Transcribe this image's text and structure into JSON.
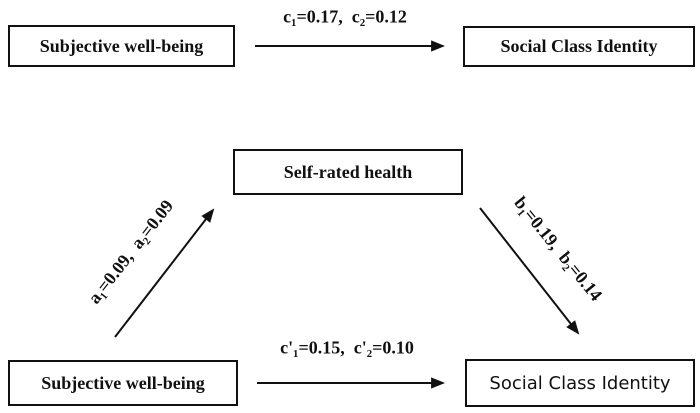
{
  "figure": {
    "background_color": "#ffffff",
    "ink_color": "#111111"
  },
  "direct_model": {
    "predictor_box": "Subjective well-being",
    "outcome_box": "Social Class Identity",
    "c_path_label": "c₁=0.17,  c₂=0.12"
  },
  "mediation_model": {
    "predictor_box": "Subjective well-being",
    "mediator_box": "Self-rated health",
    "outcome_box": "Social Class Identity",
    "a_path_label": "a₁=0.09,  a₂=0.09",
    "b_path_label": "b₁=0.19,  b₂=0.14",
    "c_prime_path_label": "c'₁=0.15,  c'₂=0.10"
  }
}
